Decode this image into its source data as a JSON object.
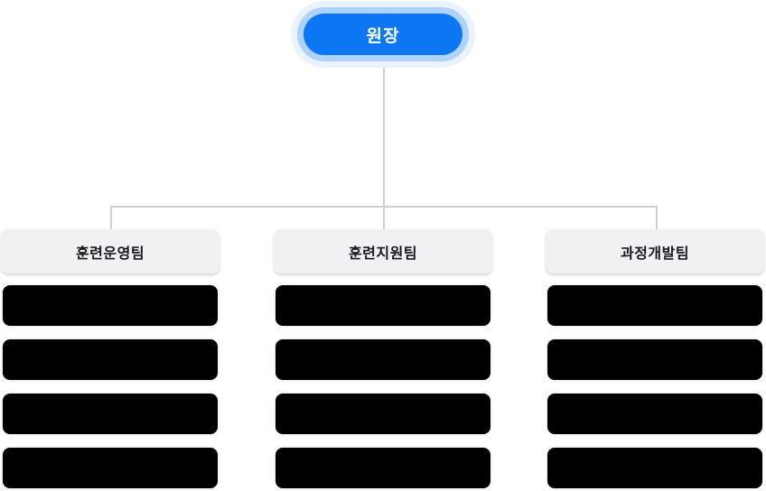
{
  "root": {
    "label": "원장"
  },
  "teams": [
    {
      "name": "훈련운영팀"
    },
    {
      "name": "훈련지원팀"
    },
    {
      "name": "과정개발팀"
    }
  ],
  "member_boxes_per_team": 4,
  "colors": {
    "background": "#ffffff",
    "root_fill": "#0d76f2",
    "root_text": "#ffffff",
    "root_ring_inner": "#aed2f9",
    "root_ring_outer": "#eaf3fc",
    "connector": "#cdd1d5",
    "team_header_fill": "#eff1f3",
    "team_header_text": "#16191d",
    "member_box_fill": "#000000",
    "member_box_border": "#f5f5f5"
  }
}
